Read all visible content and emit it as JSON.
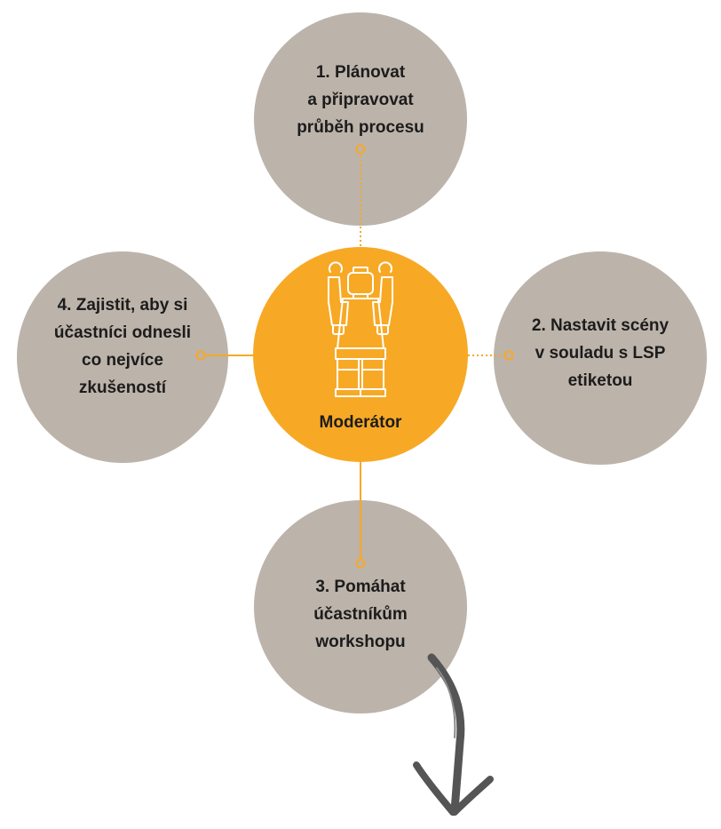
{
  "center": {
    "label": "Moderátor",
    "icon": "lego-minifigure-icon",
    "color": "#f7a925"
  },
  "roles": [
    {
      "text": "1. Plánovat\na připravovat\nprůběh procesu"
    },
    {
      "text": "2. Nastavit scény\nv souladu  s LSP\netiketou"
    },
    {
      "text": "3. Pomáhat\núčastníkům\nworkshopu"
    },
    {
      "text": "4. Zajistit, aby si\núčastníci odnesli\nco nejvíce\nzkušeností"
    }
  ],
  "colors": {
    "circle": "#bcb3aa",
    "connector": "#f7a925",
    "arrow": "#555555"
  },
  "decorations": {
    "arrow_icon": "hand-drawn-arrow-down-icon"
  }
}
